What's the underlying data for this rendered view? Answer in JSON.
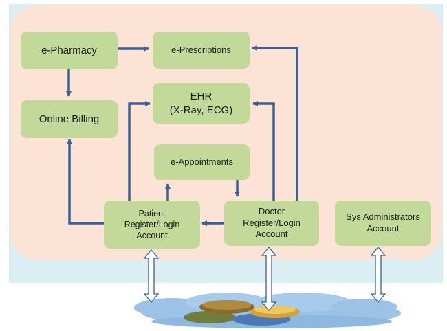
{
  "diagram": {
    "nodes": {
      "e_pharmacy": "e-Pharmacy",
      "e_prescriptions": "e-Prescriptions",
      "online_billing": "Online Billing",
      "ehr": "EHR\n(X-Ray, ECG)",
      "e_appointments": "e-Appointments",
      "patient_account": "Patient\nRegister/Login\nAccount",
      "doctor_account": "Doctor\nRegister/Login\nAccount",
      "sys_admin_account": "Sys Administrators\nAccount"
    },
    "edges": [
      {
        "from": "e-Pharmacy",
        "to": "e-Prescriptions"
      },
      {
        "from": "e-Pharmacy",
        "to": "Online Billing"
      },
      {
        "from": "Patient Register/Login Account",
        "to": "Online Billing"
      },
      {
        "from": "Patient Register/Login Account",
        "to": "EHR (X-Ray, ECG)"
      },
      {
        "from": "Patient Register/Login Account",
        "to": "e-Appointments"
      },
      {
        "from": "e-Appointments",
        "to": "Doctor Register/Login Account"
      },
      {
        "from": "Doctor Register/Login Account",
        "to": "Patient Register/Login Account"
      },
      {
        "from": "Doctor Register/Login Account",
        "to": "EHR (X-Ray, ECG)"
      },
      {
        "from": "Doctor Register/Login Account",
        "to": "e-Prescriptions"
      },
      {
        "from": "Patient Register/Login Account",
        "to": "cloud",
        "bidirectional": true
      },
      {
        "from": "Doctor Register/Login Account",
        "to": "cloud",
        "bidirectional": true
      },
      {
        "from": "Sys Administrators Account",
        "to": "cloud",
        "bidirectional": true
      }
    ],
    "colors": {
      "outer_background": "#daeef4",
      "inner_panel": "#fbe4d6",
      "node_fill": "#c3d99a",
      "arrow": "#3a5f96",
      "cloud": "#9cc3e6"
    }
  }
}
